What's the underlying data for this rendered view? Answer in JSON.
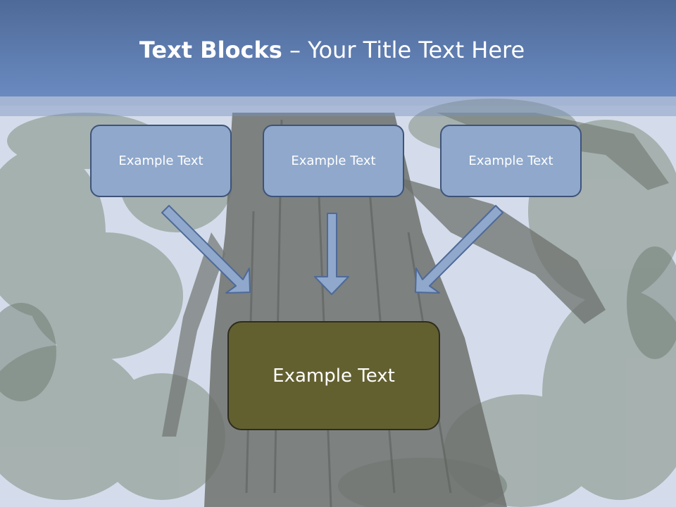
{
  "slide": {
    "title_bold": "Text Blocks",
    "title_sep": " – ",
    "title_rest": "Your Title Text Here",
    "header_color": "#6a8ac0"
  },
  "blocks": [
    {
      "label": "Example Text"
    },
    {
      "label": "Example Text"
    },
    {
      "label": "Example Text"
    }
  ],
  "center": {
    "label": "Example Text",
    "color": "#636030"
  },
  "icons": {
    "arrow": "down-arrow-icon"
  }
}
